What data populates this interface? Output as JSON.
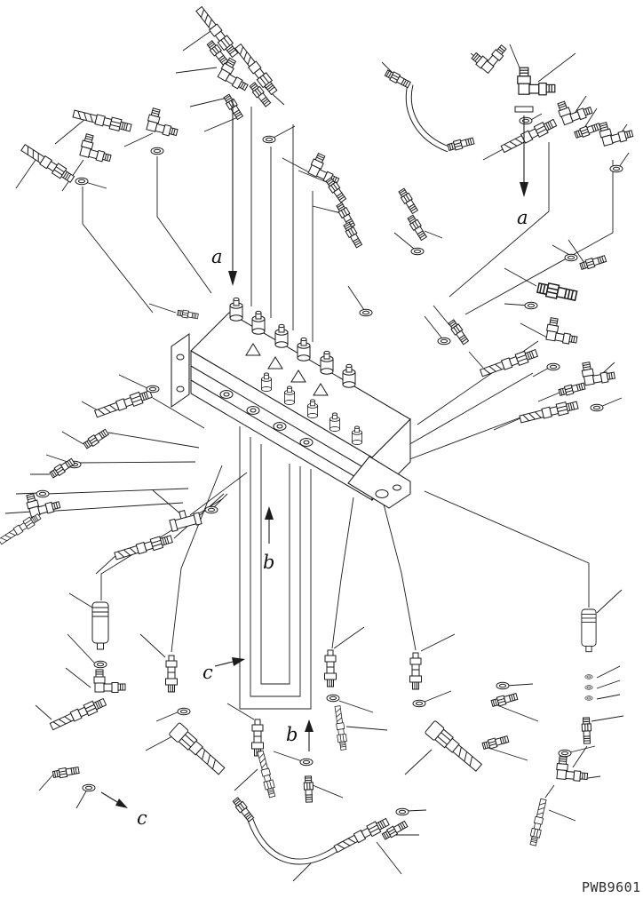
{
  "diagram": {
    "kind": "hydraulic-control-valve-parts-diagram",
    "drawing_number": "PWB9601",
    "colors": {
      "line": "#1c1c1c",
      "background": "#ffffff",
      "label": "#111111"
    },
    "flow_labels": [
      {
        "id": "a-top",
        "text": "a"
      },
      {
        "id": "a-right",
        "text": "a"
      },
      {
        "id": "b-center",
        "text": "b"
      },
      {
        "id": "b-bottom",
        "text": "b"
      },
      {
        "id": "c-middle",
        "text": "c"
      },
      {
        "id": "c-bottom",
        "text": "c"
      }
    ]
  }
}
